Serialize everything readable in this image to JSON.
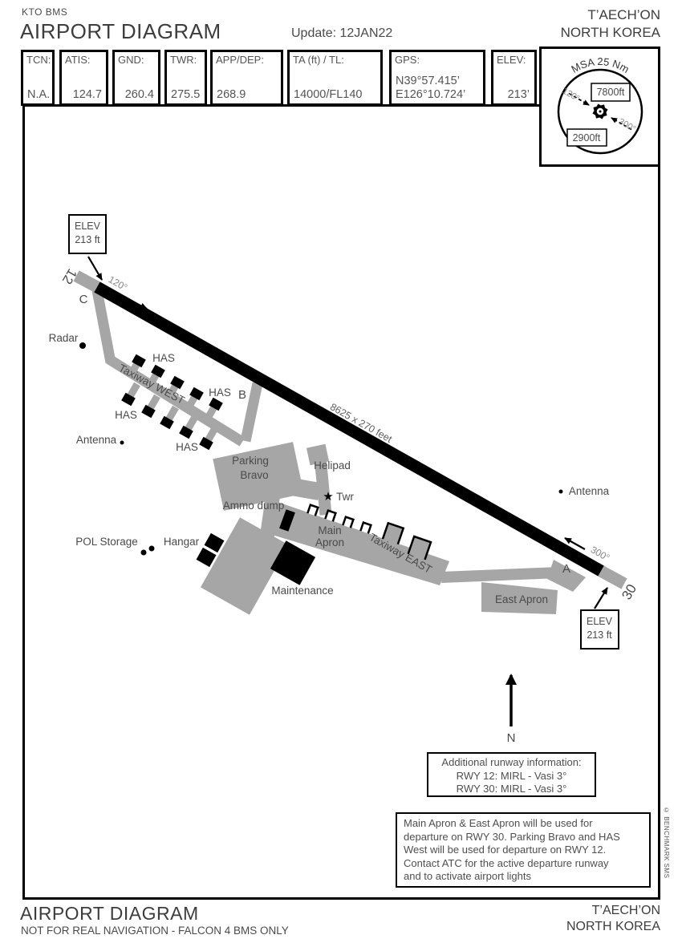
{
  "header": {
    "code": "KTO BMS",
    "title": "AIRPORT DIAGRAM",
    "update": "Update: 12JAN22",
    "location_line1": "T’AECH’ON",
    "location_line2": "NORTH KOREA"
  },
  "data_strip": {
    "cells": [
      {
        "label": "TCN:",
        "value": "N.A."
      },
      {
        "label": "ATIS:",
        "value": "124.7"
      },
      {
        "label": "GND:",
        "value": "260.4"
      },
      {
        "label": "TWR:",
        "value": "275.5"
      },
      {
        "label": "APP/DEP:",
        "value": "268.9"
      },
      {
        "label": "TA (ft) / TL:",
        "value": "14000/FL140"
      },
      {
        "label": "GPS:",
        "value_lat": "N39°57.415’",
        "value_lon": "E126°10.724’"
      },
      {
        "label": "ELEV:",
        "value": "213’"
      }
    ]
  },
  "msa": {
    "arc_label": "MSA 25 Nm",
    "alt_high": "7800ft",
    "alt_low": "2900ft",
    "bearing_nw": "120°",
    "bearing_se": "300°"
  },
  "runway": {
    "num_12": "12",
    "num_30": "30",
    "hdg_12": "120°",
    "hdg_30": "300°",
    "size": "8625 x 270 feet"
  },
  "elev_box": {
    "line1": "ELEV",
    "line2": "213 ft"
  },
  "taxiway": {
    "a": "A",
    "b": "B",
    "c": "C",
    "west": "Taxiway WEST",
    "east": "Taxiway EAST"
  },
  "labels": {
    "radar": "Radar",
    "antenna": "Antenna",
    "has": "HAS",
    "parking_line1": "Parking",
    "parking_line2": "Bravo",
    "helipad": "Helipad",
    "tower_star": "★",
    "tower": "Twr",
    "ammo": "Ammo dump",
    "main_apron_line1": "Main",
    "main_apron_line2": "Apron",
    "pol": "POL Storage",
    "hangar": "Hangar",
    "maintenance": "Maintenance",
    "east_apron": "East Apron",
    "north": "N"
  },
  "runway_info_box": {
    "title": "Additional runway information:",
    "rwy12": "RWY 12: MIRL - Vasi 3°",
    "rwy30": "RWY 30: MIRL - Vasi 3°"
  },
  "note_box": {
    "lines": [
      "Main Apron & East Apron will be used for",
      "departure on RWY 30. Parking Bravo and HAS",
      "West will be used for departure on RWY 12.",
      "Contact ATC for the active departure runway",
      "and to activate airport lights"
    ]
  },
  "footer": {
    "title": "AIRPORT DIAGRAM",
    "subtitle": "NOT FOR REAL NAVIGATION - FALCON 4 BMS ONLY",
    "location_line1": "T’AECH’ON",
    "location_line2": "NORTH KOREA"
  },
  "copyright": "© BENCHMARK SMS",
  "colors": {
    "pavement": "#a6a6a6",
    "runway": "#000000",
    "text": "#4a4a4a"
  }
}
